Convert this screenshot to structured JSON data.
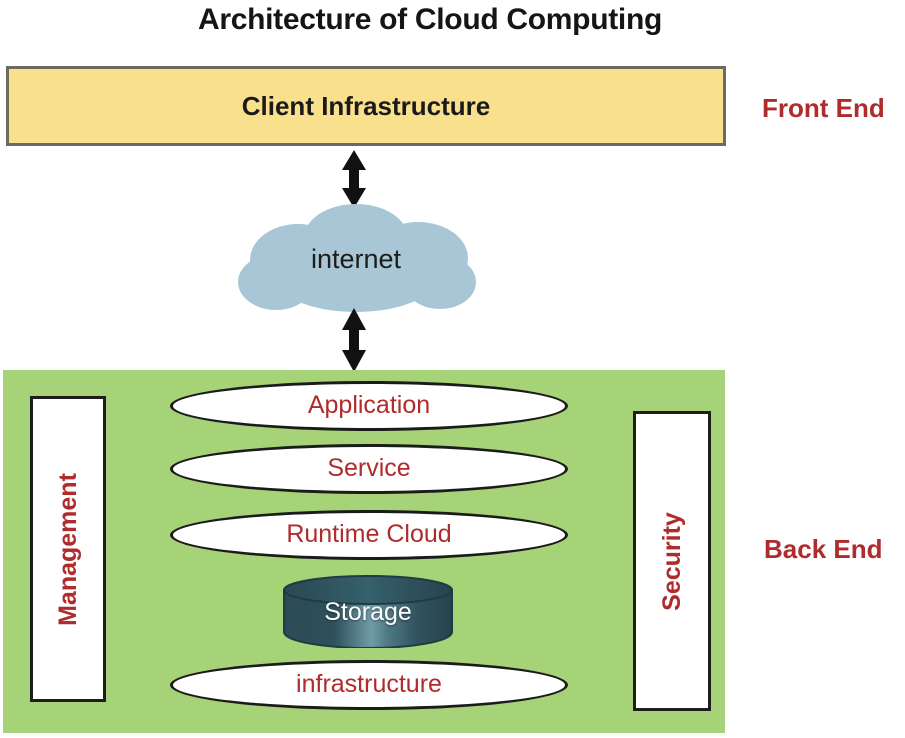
{
  "title": "Architecture of Cloud Computing",
  "colors": {
    "front_end_fill": "#f9e08d",
    "front_end_border": "#6d6a62",
    "back_end_fill": "#a6d378",
    "cloud_fill": "#a9c6d6",
    "accent_red": "#b02b2c",
    "storage_dark": "#2c4b56",
    "storage_light": "#6d9aa5",
    "outline": "#1b1b1b",
    "title_color": "#151515",
    "white": "#ffffff"
  },
  "front_end": {
    "caption": "Front End",
    "client_box_label": "Client Infrastructure"
  },
  "network": {
    "cloud_label": "internet",
    "arrow_top_name": "double-arrow-client-to-internet",
    "arrow_bottom_name": "double-arrow-internet-to-backend"
  },
  "back_end": {
    "caption": "Back End",
    "side_boxes": [
      {
        "label": "Management",
        "side": "left"
      },
      {
        "label": "Security",
        "side": "right"
      }
    ],
    "layers": [
      {
        "label": "Application",
        "shape": "ellipse"
      },
      {
        "label": "Service",
        "shape": "ellipse"
      },
      {
        "label": "Runtime Cloud",
        "shape": "ellipse"
      },
      {
        "label": "Storage",
        "shape": "cylinder"
      },
      {
        "label": "infrastructure",
        "shape": "ellipse"
      }
    ]
  }
}
